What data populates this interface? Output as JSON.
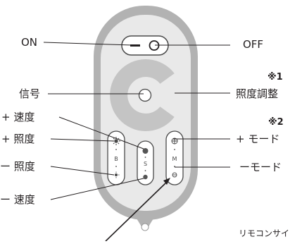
{
  "labels": {
    "on": "ON",
    "off": "OFF",
    "signal": "信号",
    "note1": "※1",
    "brightness_adjust": "照度調整",
    "speed_plus": "+ 速度",
    "brightness_plus": "+ 照度",
    "note2": "※2",
    "mode_plus": "+ モード",
    "brightness_minus": "ー 照度",
    "mode_minus": "ーモード",
    "speed_minus": "ー 速度",
    "remote_size": "リモコンサイ"
  },
  "button_marks": {
    "left_column": "B",
    "center_column": "S",
    "right_column": "M"
  },
  "colors": {
    "shell_outer": "#b2b2b2",
    "shell_face": "#e9e9e9",
    "ring": "#c4c4c4",
    "line": "#231f20"
  }
}
